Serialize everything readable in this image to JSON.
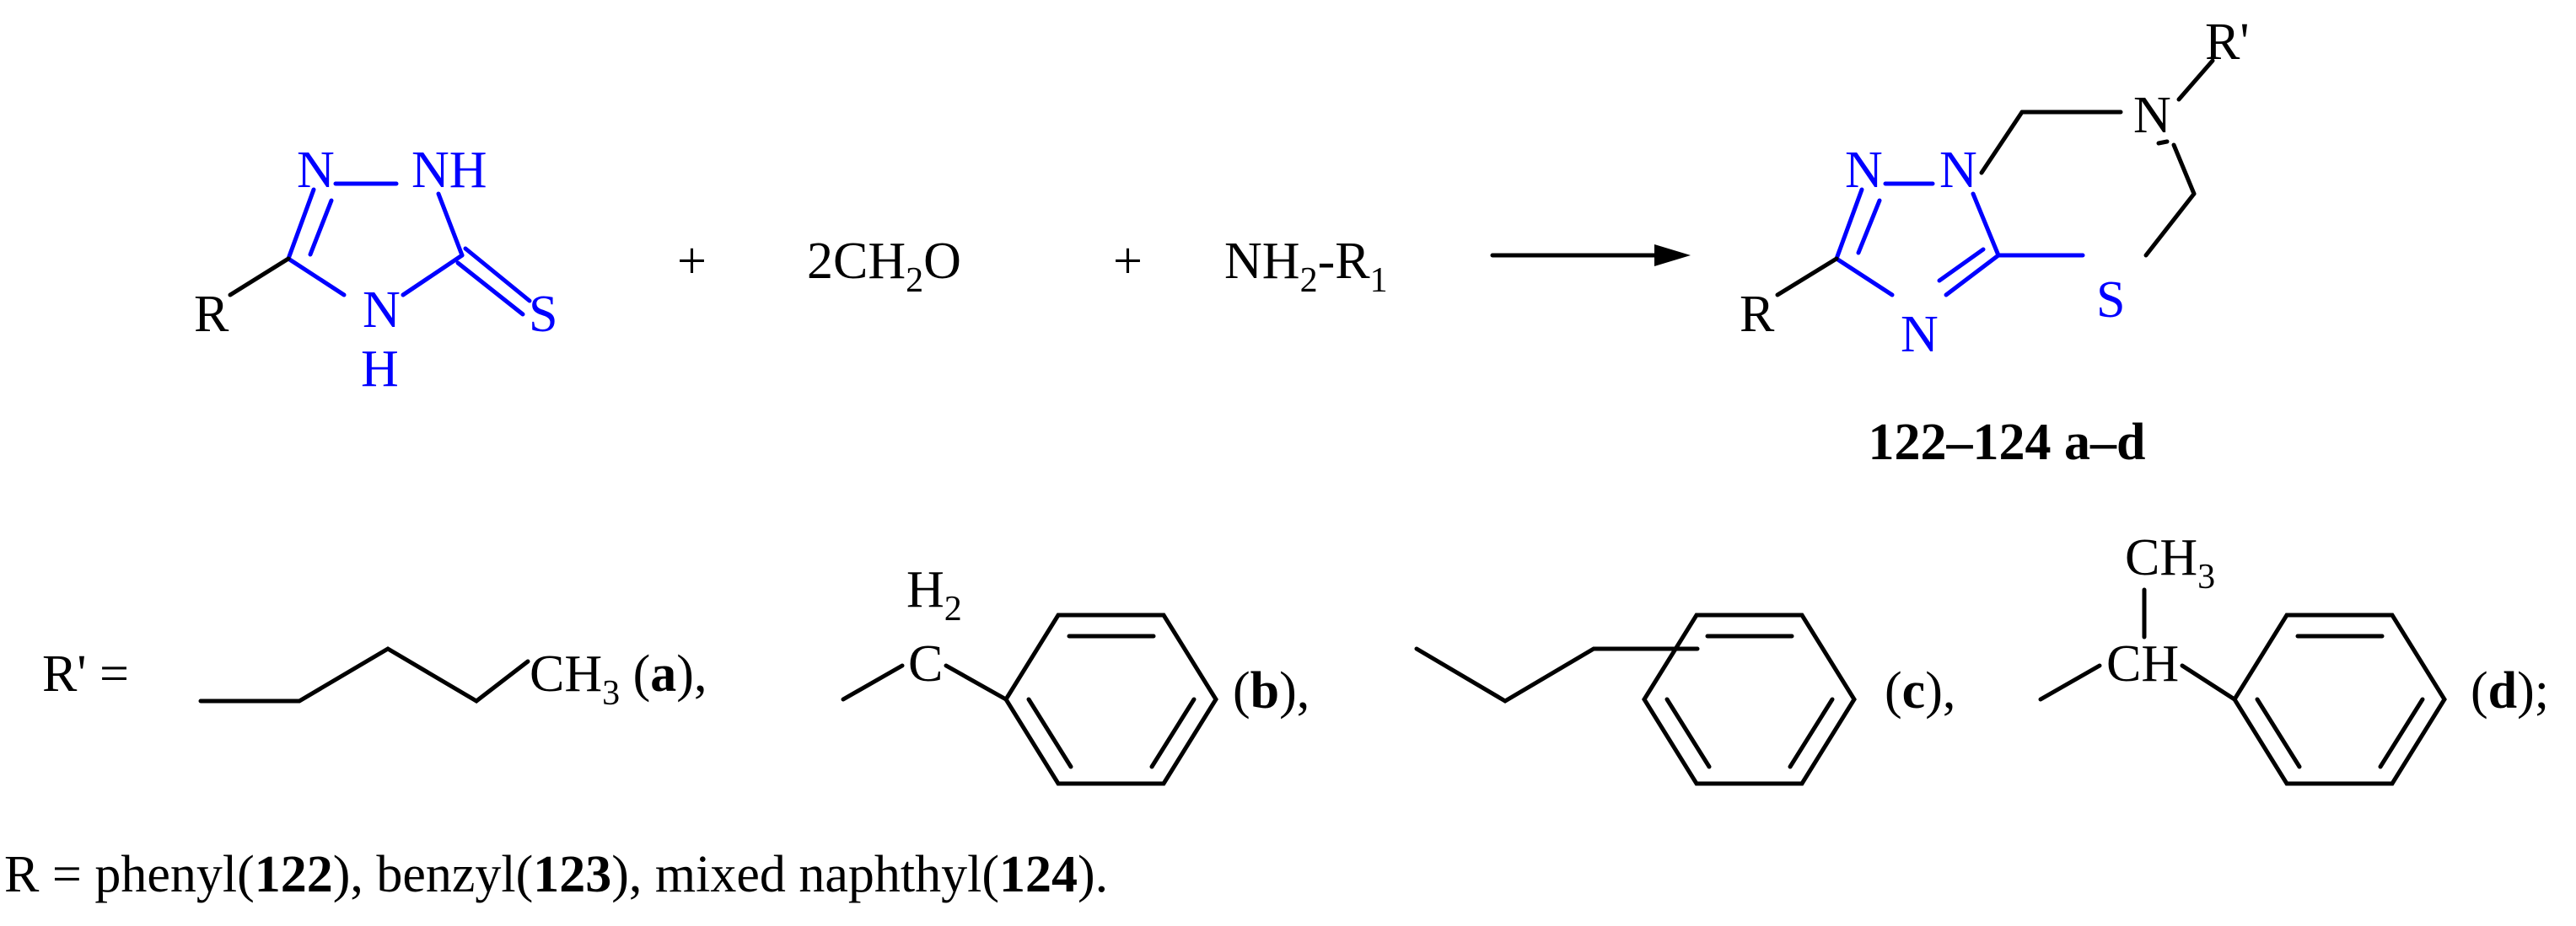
{
  "colors": {
    "ring": "#0000ff",
    "text": "#000000",
    "background": "#ffffff"
  },
  "reactant": {
    "ring_n1": "N",
    "ring_nh": "NH",
    "ring_n4": "N",
    "ring_h4": "H",
    "thione_s": "S",
    "r_label": "R"
  },
  "plus_1": "+",
  "formaldehyde": {
    "coef": "2CH",
    "sub": "2",
    "tail": "O"
  },
  "plus_2": "+",
  "amine": {
    "pre": "NH",
    "sub": "2",
    "mid": "-R",
    "sub2": "1"
  },
  "product": {
    "r_label": "R",
    "ring_n_a": "N",
    "ring_n_b": "N",
    "ring_n_c": "N",
    "ring_s": "S",
    "amine_n": "N",
    "rprime": "R'",
    "compound_label": "122–124 a–d"
  },
  "substituents": {
    "lead": "R' =",
    "a_group": "CH",
    "a_sub": "3",
    "a_label": "a",
    "b_h": "H",
    "b_hsub": "2",
    "b_c": "C",
    "b_label": "b",
    "c_label": "c",
    "d_ch3": "CH",
    "d_ch3sub": "3",
    "d_ch": "CH",
    "d_label": "d"
  },
  "r_definition": {
    "p1": "R = phenyl(",
    "n122": "122",
    "p2": "), benzyl(",
    "n123": "123",
    "p3": "), mixed naphthyl(",
    "n124": "124",
    "p4": ")."
  }
}
